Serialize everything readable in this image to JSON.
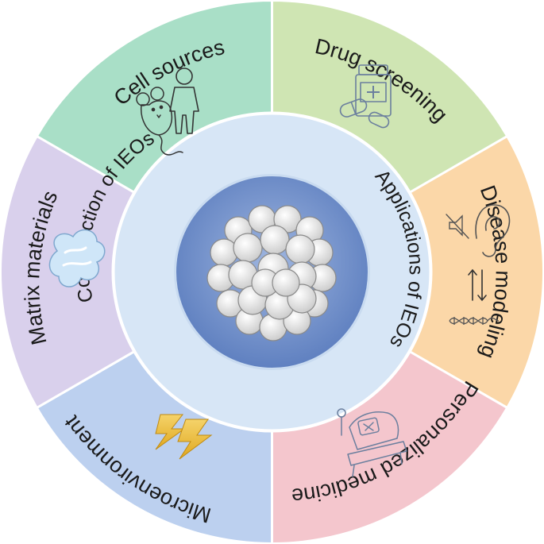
{
  "segments": {
    "cell_sources": {
      "label": "Cell sources",
      "color": "#a9dfc7",
      "icons": [
        "mouse-icon",
        "person-icon"
      ]
    },
    "drug_screening": {
      "label": "Drug screening",
      "color": "#cfe5b3",
      "icons": [
        "pill-bottle-icon",
        "capsule-icon"
      ]
    },
    "disease_modeling": {
      "label": "Disease modeling",
      "color": "#fbd7a8",
      "icons": [
        "crossed-sound-icon",
        "ear-icon",
        "exchange-arrows-icon",
        "dna-icon"
      ]
    },
    "personalized_medicine": {
      "label": "Personalized medicine",
      "color": "#f4c6cd",
      "icons": [
        "hospital-bed-icon"
      ]
    },
    "microenvironment": {
      "label": "Microenvironment",
      "color": "#bcd0ef",
      "icons": [
        "lightning-icon"
      ]
    },
    "matrix_materials": {
      "label": "Matrix materials",
      "color": "#d9d0ec",
      "icons": [
        "hydrogel-icon"
      ]
    }
  },
  "inner_ring": {
    "construction": "Construction of IEOs",
    "applications": "Applications of IEOs",
    "color": "#d7e6f6"
  },
  "core": {
    "color": "#6f8fcb",
    "icon": "organoid-cluster-icon"
  }
}
